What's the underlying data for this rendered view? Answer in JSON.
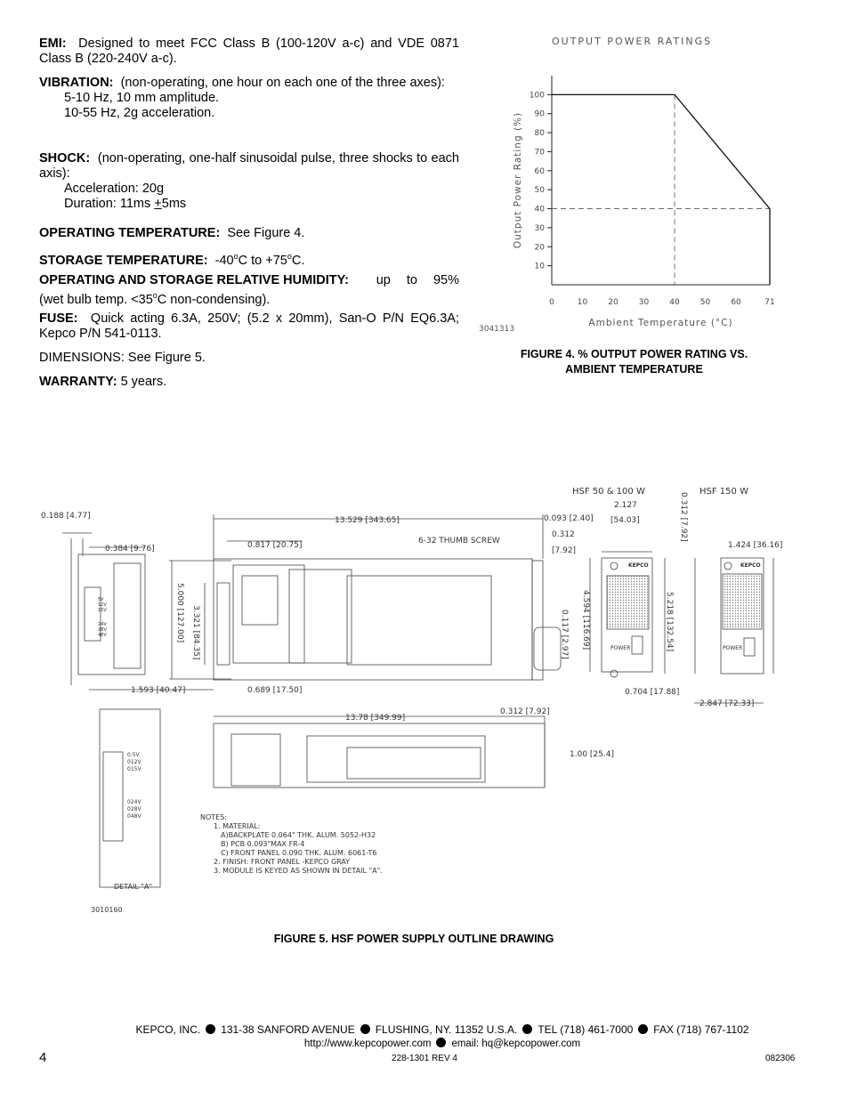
{
  "specs": {
    "emi_label": "EMI:",
    "emi_text": "Designed to meet FCC Class B (100-120V a-c) and VDE 0871 Class B (220-240V a-c).",
    "vibration_label": "VIBRATION:",
    "vibration_text": "(non-operating, one hour on each one of the three axes):",
    "vibration_line1": "5-10 Hz, 10 mm amplitude.",
    "vibration_line2": "10-55 Hz, 2g acceleration.",
    "shock_label": "SHOCK:",
    "shock_text": "(non-operating, one-half sinusoidal pulse, three shocks to each axis):",
    "shock_line1": "Acceleration: 20g",
    "shock_line2_prefix": "Duration: 11ms ",
    "shock_line2_pm": "+",
    "shock_line2_suffix": "5ms",
    "optemp_label": "OPERATING TEMPERATURE:",
    "optemp_text": "See Figure 4.",
    "stemp_label": "STORAGE TEMPERATURE:",
    "stemp_a": "-40",
    "stemp_sup": "o",
    "stemp_b": "C to +75",
    "stemp_c": "C.",
    "humid_label": "OPERATING AND STORAGE RELATIVE HUMIDITY:",
    "humid_a": "up to 95%",
    "humid_b": "(wet bulb temp. <35",
    "humid_c": "C non-condensing).",
    "fuse_label": "FUSE:",
    "fuse_text": "Quick acting 6.3A, 250V; (5.2 x 20mm), San-O P/N EQ6.3A; Kepco P/N 541-0113.",
    "dimensions_text": "DIMENSIONS: See Figure 5.",
    "warranty_label": "WARRANTY:",
    "warranty_text": "5 years."
  },
  "figure4": {
    "caption_line1": "FIGURE 4.  % OUTPUT POWER RATING VS.",
    "caption_line2": "AMBIENT TEMPERATURE",
    "drawing_number": "3041313"
  },
  "chart_data": {
    "type": "line",
    "title": "OUTPUT POWER RATINGS",
    "xlabel": "Ambient Temperature (°C)",
    "ylabel": "Output Power Rating (%)",
    "x_ticks": [
      0,
      10,
      20,
      30,
      40,
      50,
      60,
      71
    ],
    "y_ticks": [
      10,
      20,
      30,
      40,
      50,
      60,
      70,
      80,
      90,
      100
    ],
    "xlim": [
      0,
      71
    ],
    "ylim": [
      0,
      110
    ],
    "series": [
      {
        "x": [
          0,
          40,
          71
        ],
        "y": [
          100,
          100,
          40
        ]
      }
    ],
    "reference_lines": {
      "x": 40,
      "y": 40
    }
  },
  "figure5": {
    "caption": "FIGURE 5.  HSF POWER SUPPLY OUTLINE DRAWING",
    "drawing_number": "3010160",
    "model_50_100": "HSF 50 & 100 W",
    "model_150": "HSF 150 W",
    "detail": "DETAIL \"A\"",
    "thumb_screw": "6-32 THUMB SCREW",
    "dims": {
      "d0188": "0.188 [4.77]",
      "d0384": "0.384 [9.76]",
      "d1593": "1.593 [40.47]",
      "d13529": "13.529 [343.65]",
      "d0817": "0.817 [20.75]",
      "d0689": "0.689 [17.50]",
      "d5000": "5.000 [127.00]",
      "d3321": "3.321 [84.35]",
      "d0093": "0.093 [2.40]",
      "d0312a": "0.312",
      "d0312b": "[7.92]",
      "d0117": "0.117 [2.97]",
      "d2127a": "2.127",
      "d2127b": "[54.03]",
      "d4594": "4.594 [116.69]",
      "d5218": "5.218 [132.54]",
      "d0704": "0.704 [17.88]",
      "d0312v": "0.312 [7.92]",
      "d1424": "1.424 [36.16]",
      "d2847": "2.847 [72.33]",
      "d1378": "13.78 [349.99]",
      "d0312c": "0.312 [7.92]",
      "d100": "1.00 [25.4]"
    },
    "voltages_top": [
      "5V",
      "12V",
      "15V"
    ],
    "voltages_bottom": [
      "24V",
      "28V",
      "48V"
    ],
    "detail_top": [
      "0.5V",
      "012V",
      "015V"
    ],
    "detail_bottom": [
      "024V",
      "028V",
      "048V"
    ],
    "power_label": "POWER",
    "brand": "KEPCO",
    "notes": [
      "NOTES:",
      "1. MATERIAL:",
      "A)BACKPLATE 0.064\" THK. ALUM. 5052-H32",
      "B) PCB 0.093\"MAX FR-4",
      "C) FRONT PANEL 0.090 THK. ALUM. 6061-T6",
      "2. FINISH: FRONT PANEL -KEPCO GRAY",
      "3. MODULE IS KEYED AS SHOWN IN DETAIL \"A\"."
    ]
  },
  "footer": {
    "company": "KEPCO, INC.",
    "address": "131-38 SANFORD AVENUE",
    "city": "FLUSHING, NY. 11352 U.S.A.",
    "tel": "TEL (718) 461-7000",
    "fax": "FAX (718) 767-1102",
    "web": "http://www.kepcopower.com",
    "email": "email: hq@kepcopower.com",
    "page_number": "4",
    "doc_number": "228-1301 REV 4",
    "date_code": "082306"
  }
}
